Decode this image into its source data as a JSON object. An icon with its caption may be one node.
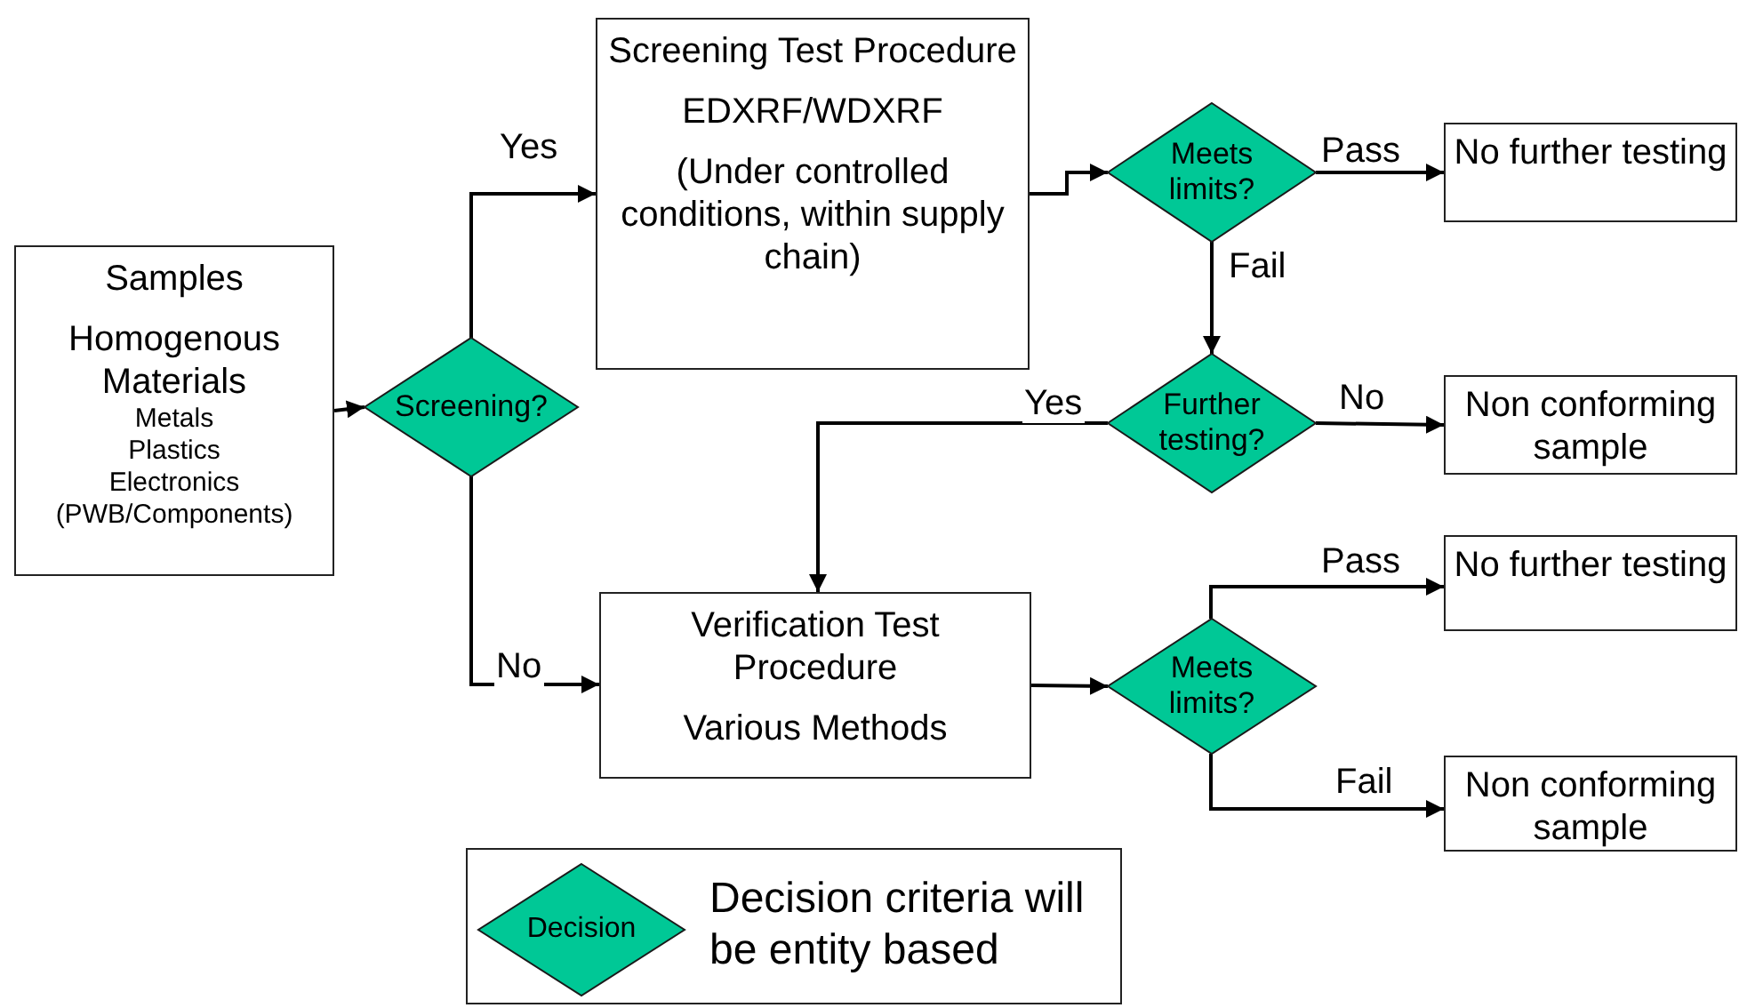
{
  "diagram": {
    "nodes": [
      {
        "text": [
          "Samples",
          "Homogenous Materials",
          "Metals",
          "Plastics",
          "Electronics",
          "(PWB/Components)"
        ]
      },
      {
        "text": [
          "Screening?"
        ]
      },
      {
        "text": [
          "Screening Test Procedure",
          "EDXRF/WDXRF",
          "(Under controlled conditions, within supply chain)"
        ]
      },
      {
        "text": [
          "Meets limits?"
        ]
      },
      {
        "text": [
          "No further testing"
        ]
      },
      {
        "text": [
          "Further testing?"
        ]
      },
      {
        "text": [
          "Non conforming sample"
        ]
      },
      {
        "text": [
          "Verification Test Procedure",
          "Various Methods"
        ]
      },
      {
        "text": [
          "Meets limits?"
        ]
      },
      {
        "text": [
          "No further testing"
        ]
      },
      {
        "text": [
          "Non conforming sample"
        ]
      },
      {
        "text": [
          "Decision criteria will be entity based"
        ]
      },
      {
        "text": [
          "Decision"
        ],
        "in": 11
      }
    ],
    "edges": [
      {
        "from": 0,
        "to": 1,
        "arrow": "to"
      },
      {
        "from": 1,
        "to": 2,
        "arrow": "to",
        "label": "Yes"
      },
      {
        "from": 1,
        "to": 7,
        "arrow": "to",
        "label": "No"
      },
      {
        "from": 2,
        "to": 3,
        "arrow": "to"
      },
      {
        "from": 3,
        "to": 4,
        "arrow": "to",
        "label": "Pass"
      },
      {
        "from": 3,
        "to": 5,
        "arrow": "to",
        "label": "Fail"
      },
      {
        "from": 5,
        "to": 6,
        "arrow": "to",
        "label": "No"
      },
      {
        "from": 5,
        "to": 7,
        "arrow": "to",
        "label": "Yes"
      },
      {
        "from": 7,
        "to": 8,
        "arrow": "to"
      },
      {
        "from": 8,
        "to": 9,
        "arrow": "to",
        "label": "Pass"
      },
      {
        "from": 8,
        "to": 10,
        "arrow": "to",
        "label": "Fail"
      }
    ]
  }
}
